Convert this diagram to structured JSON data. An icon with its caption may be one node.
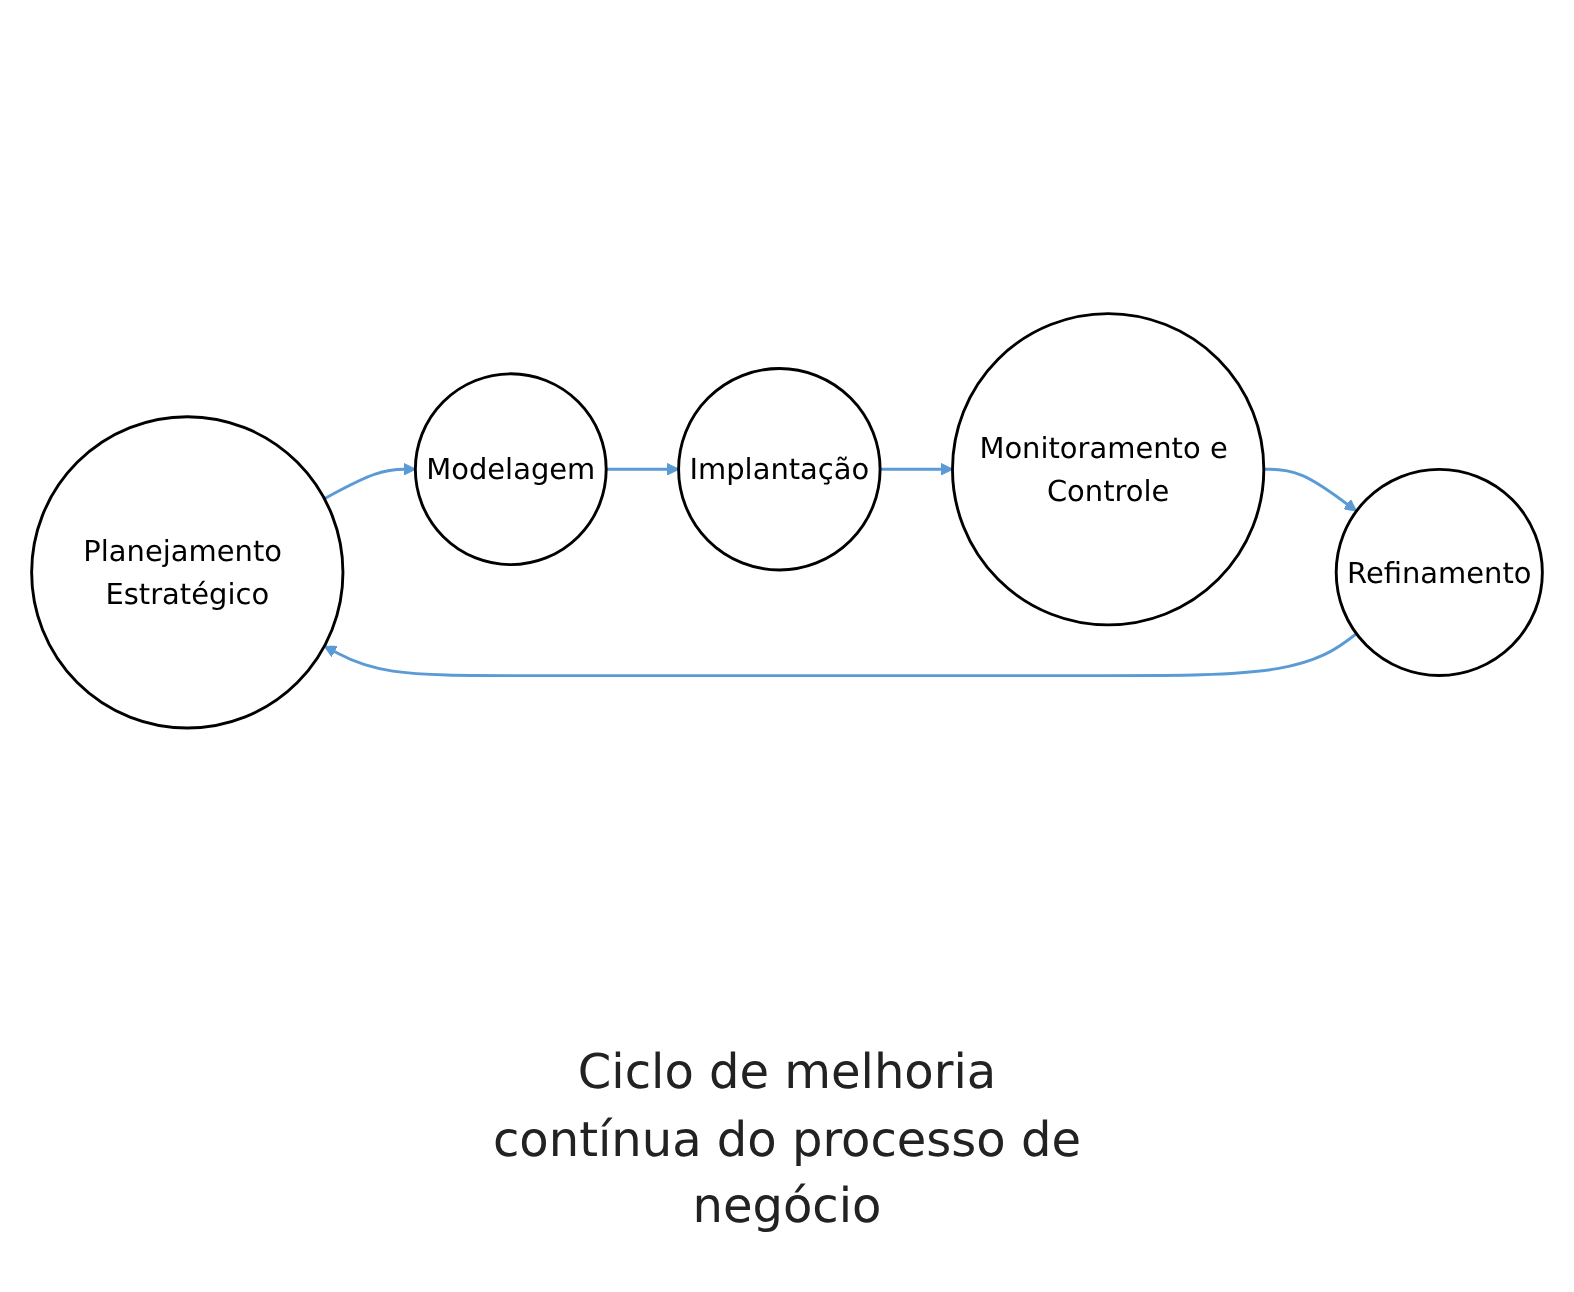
{
  "diagram": {
    "nodes": [
      {
        "text": [
          "Planejamento Estratégico"
        ]
      },
      {
        "text": [
          "Modelagem"
        ]
      },
      {
        "text": [
          "Implantação"
        ]
      },
      {
        "text": [
          "Monitoramento e Controle"
        ]
      },
      {
        "text": [
          "Refinamento"
        ]
      }
    ],
    "edges": [
      {
        "from": 0,
        "to": 1,
        "arrow": "to"
      },
      {
        "from": 1,
        "to": 2,
        "arrow": "to"
      },
      {
        "from": 2,
        "to": 3,
        "arrow": "to"
      },
      {
        "from": 3,
        "to": 4,
        "arrow": "to"
      },
      {
        "from": 4,
        "to": 0,
        "arrow": "to"
      }
    ],
    "labels": [
      "Ciclo de melhoria contínua do processo de negócio"
    ]
  }
}
